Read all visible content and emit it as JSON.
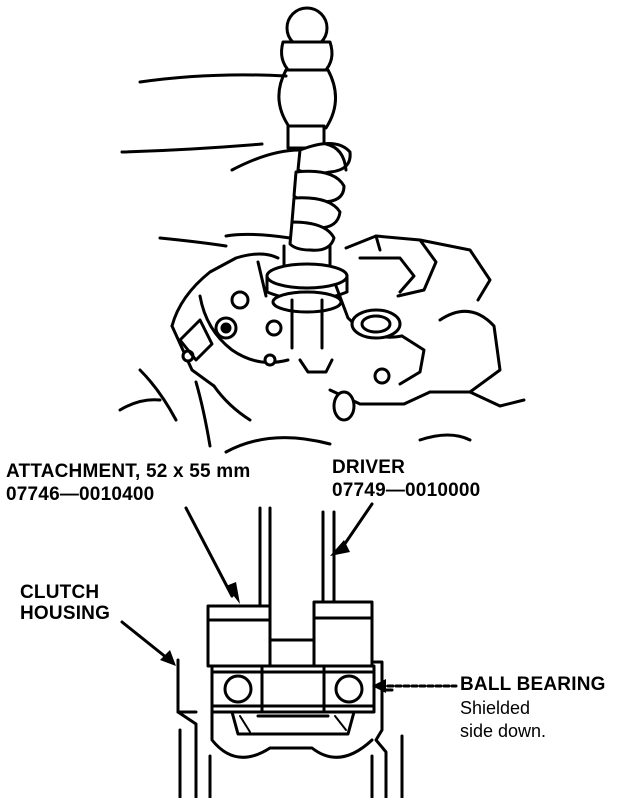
{
  "labels": {
    "attachment_line1": "ATTACHMENT, 52 x 55 mm",
    "attachment_line2": "07746—0010400",
    "driver_line1": "DRIVER",
    "driver_line2": "07749—0010000",
    "clutch_housing_line1": "CLUTCH",
    "clutch_housing_line2": "HOUSING",
    "ball_bearing_title": "BALL BEARING",
    "ball_bearing_note_line1": "Shielded",
    "ball_bearing_note_line2": "side down."
  },
  "colors": {
    "ink": "#000000",
    "paper": "#ffffff"
  }
}
